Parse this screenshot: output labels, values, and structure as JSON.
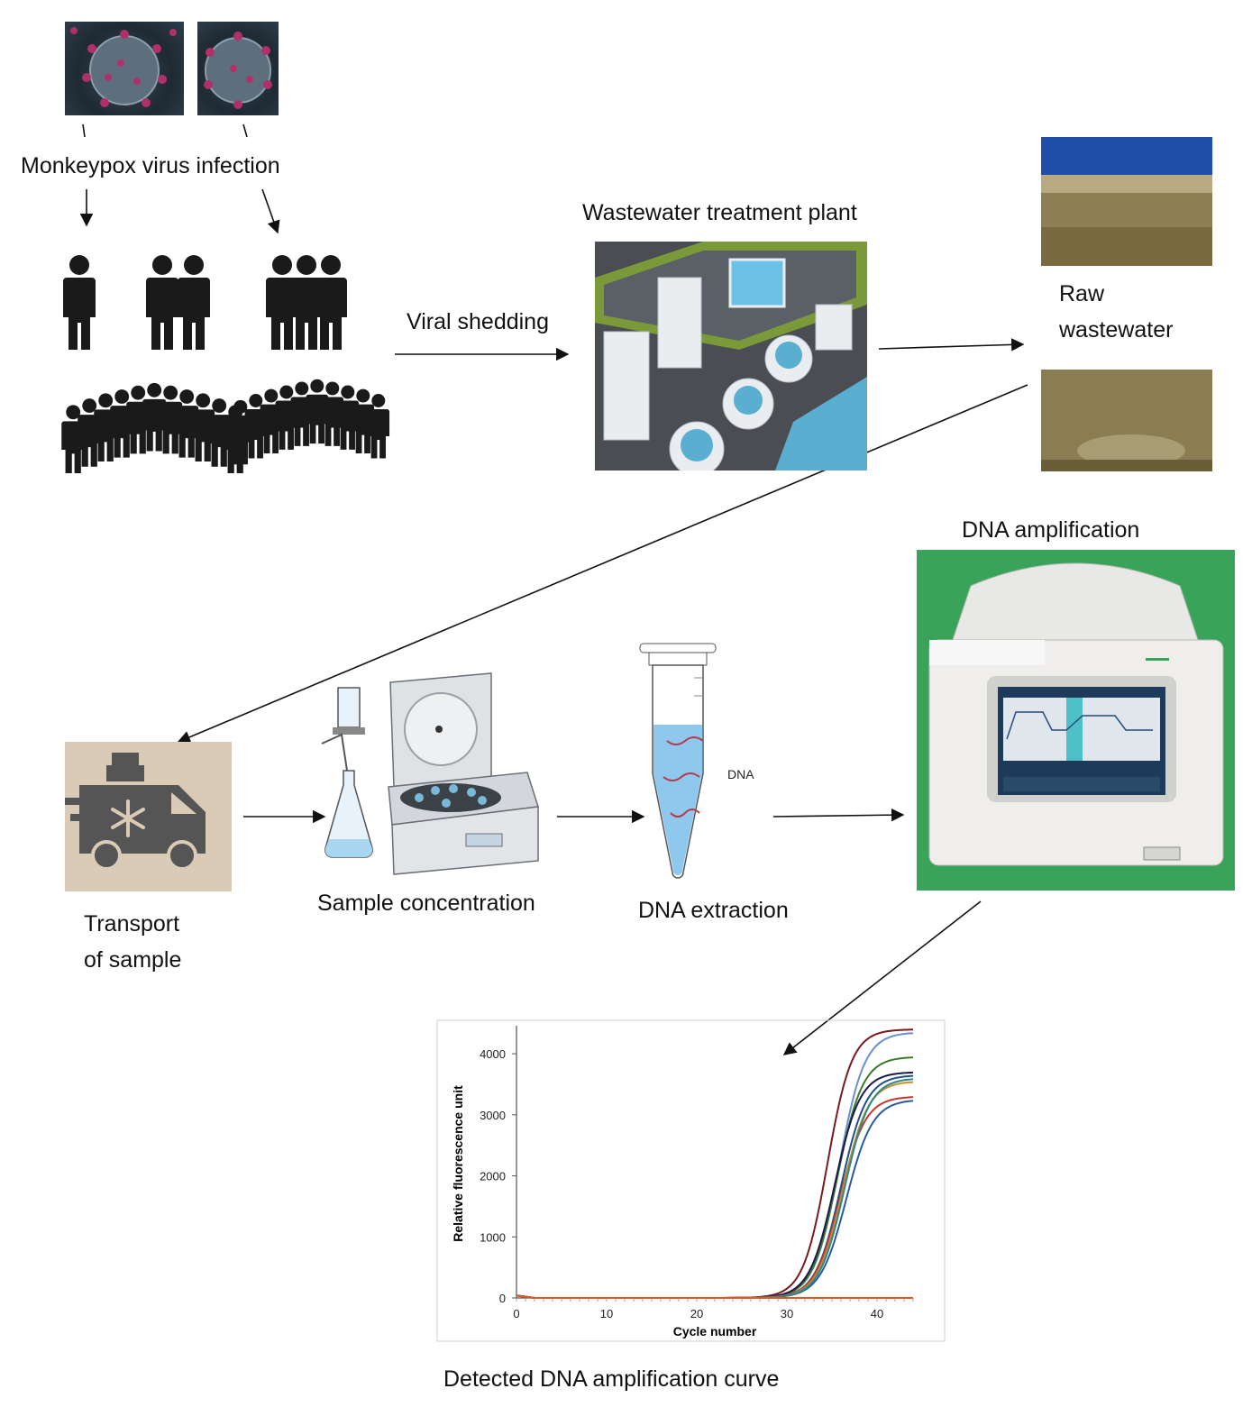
{
  "labels": {
    "infection": "Monkeypox virus infection",
    "shedding": "Viral shedding",
    "wwtp": "Wastewater treatment plant",
    "raw_line1": "Raw",
    "raw_line2": "wastewater",
    "dna_amplification": "DNA amplification",
    "transport_line1": "Transport",
    "transport_line2": "of sample",
    "concentration": "Sample concentration",
    "extraction": "DNA extraction",
    "dna_tube_label": "DNA",
    "curve_caption": "Detected DNA amplification curve"
  },
  "colors": {
    "text": "#111111",
    "people": "#1a1a1a",
    "plant_green": "#7a9a3a",
    "water_blue": "#5aaed0",
    "wastewater": "#8a7a4e",
    "truck_bg": "#d9cbb6",
    "truck": "#555555",
    "machine_bg": "#3aa35a"
  },
  "icons": [
    "virus-icon",
    "person-icon",
    "crowd-icon",
    "treatment-plant-icon",
    "wastewater-jar-icon",
    "truck-icon",
    "snowflake-icon",
    "filter-flask-icon",
    "centrifuge-icon",
    "test-tube-icon",
    "dna-helix-icon",
    "thermocycler-icon"
  ],
  "chart_data": {
    "type": "line",
    "title": "",
    "xlabel": "Cycle number",
    "ylabel": "Relative fluorescence unit",
    "xlim": [
      0,
      44
    ],
    "ylim": [
      0,
      4400
    ],
    "x_ticks": [
      0,
      10,
      20,
      30,
      40
    ],
    "y_ticks": [
      0,
      1000,
      2000,
      3000,
      4000
    ],
    "grid": false,
    "series": [
      {
        "color": "#7a1a1a",
        "midpoint": 34.5,
        "plateau": 4400,
        "slope": 1.35
      },
      {
        "color": "#6a8fd0",
        "midpoint": 35.8,
        "plateau": 4350,
        "slope": 1.4
      },
      {
        "color": "#3a7a2a",
        "midpoint": 35.6,
        "plateau": 3950,
        "slope": 1.4
      },
      {
        "color": "#1a1a4a",
        "midpoint": 35.3,
        "plateau": 3700,
        "slope": 1.4
      },
      {
        "color": "#1f4e8a",
        "midpoint": 36.0,
        "plateau": 3650,
        "slope": 1.4
      },
      {
        "color": "#c0392b",
        "midpoint": 35.9,
        "plateau": 3300,
        "slope": 1.4
      },
      {
        "color": "#2a5aa0",
        "midpoint": 36.6,
        "plateau": 3250,
        "slope": 1.45
      },
      {
        "color": "#d08a30",
        "midpoint": 36.2,
        "plateau": 3550,
        "slope": 1.4
      },
      {
        "color": "#2a8a8a",
        "midpoint": 36.4,
        "plateau": 3600,
        "slope": 1.4
      },
      {
        "color": "#e8531f",
        "midpoint": 99,
        "plateau": 30,
        "slope": 1.0
      }
    ]
  }
}
